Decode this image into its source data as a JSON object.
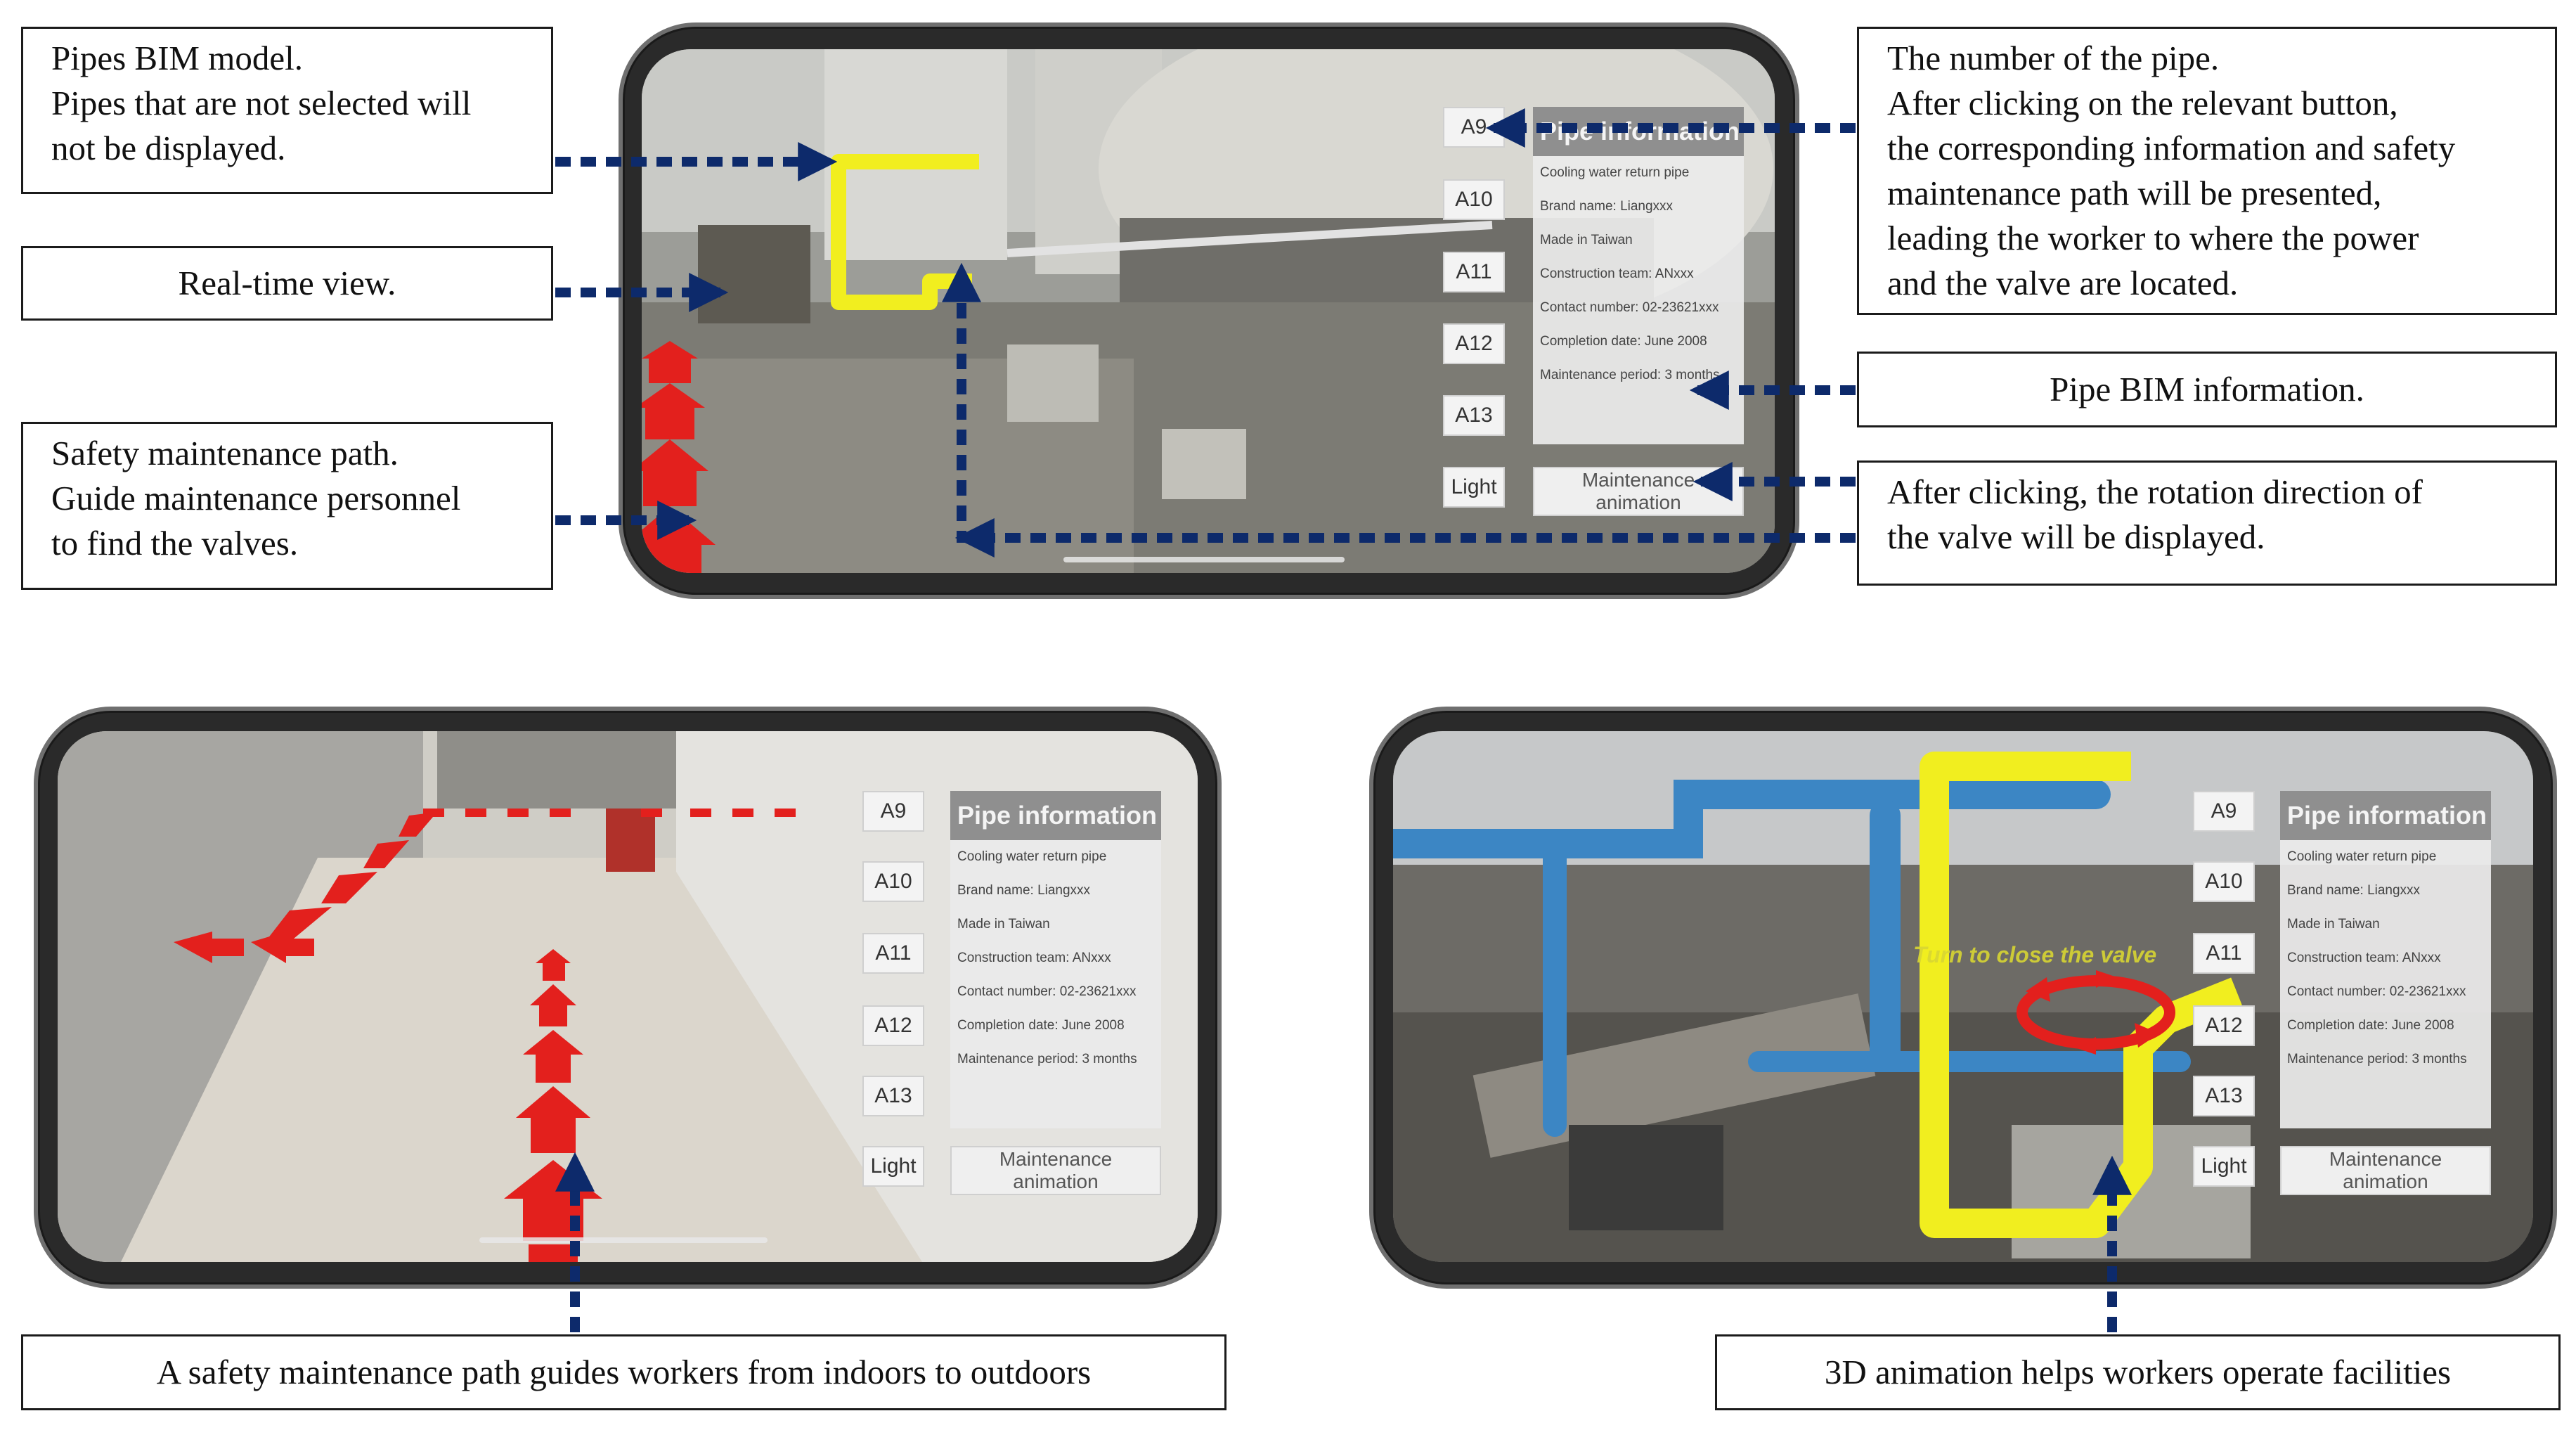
{
  "callouts": {
    "pipes_bim_model": [
      "Pipes BIM model.",
      "Pipes that are not selected will",
      "not be displayed."
    ],
    "real_time_view": "Real-time view.",
    "safety_path": [
      "Safety maintenance path.",
      "Guide maintenance personnel",
      "to find the valves."
    ],
    "pipe_number": [
      "The number of the pipe.",
      "After clicking on the relevant button,",
      "the corresponding information and safety",
      "maintenance path will be presented,",
      "leading the worker to where the power",
      "and the valve are located."
    ],
    "pipe_bim_info": "Pipe BIM information.",
    "rotation": [
      "After clicking, the rotation direction of",
      "the valve will be displayed."
    ],
    "indoor_caption": "A safety maintenance path guides workers from indoors to outdoors",
    "animation_caption": "3D animation helps workers operate facilities"
  },
  "app_ui": {
    "pipe_buttons": [
      "A9",
      "A10",
      "A11",
      "A12",
      "A13"
    ],
    "light_button": "Light",
    "panel_title": "Pipe information",
    "info_lines": [
      "Cooling water return pipe",
      "Brand name: Liangxxx",
      "Made in Taiwan",
      "Construction team: ANxxx",
      "Contact number: 02-23621xxx",
      "Completion date: June 2008",
      "Maintenance period: 3 months"
    ],
    "animation_button": [
      "Maintenance",
      "animation"
    ],
    "ar_overlay_text": "Turn to close the valve"
  },
  "colors": {
    "arrow_navy": "#0d2a6b",
    "bim_pipe_yellow": "#f1ee1f",
    "path_red": "#e3201d",
    "blue_pipe": "#3c86c4"
  }
}
